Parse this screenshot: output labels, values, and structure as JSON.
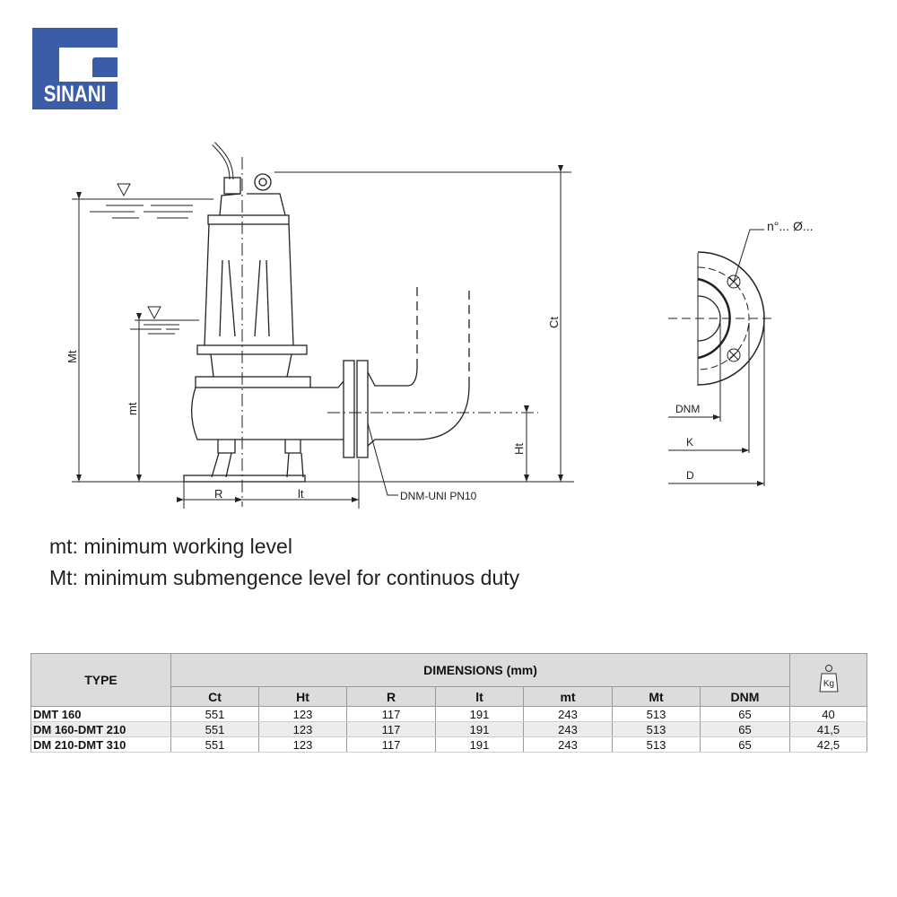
{
  "logo": {
    "text": "SINANI",
    "color": "#3b5da8"
  },
  "diagram": {
    "labels": {
      "Mt": "Mt",
      "mt": "mt",
      "Ct": "Ct",
      "Ht": "Ht",
      "R": "R",
      "lt": "lt",
      "flange_callout": "DNM-UNI PN10"
    },
    "flange": {
      "holes": "n°... Ø...",
      "DNM": "DNM",
      "K": "K",
      "D": "D"
    }
  },
  "notes": [
    "mt: minimum working level",
    "Mt: minimum submengence level for continuos duty"
  ],
  "table": {
    "type_header": "TYPE",
    "group_header": "DIMENSIONS (mm)",
    "weight_icon": "Kg",
    "columns": [
      "Ct",
      "Ht",
      "R",
      "lt",
      "mt",
      "Mt",
      "DNM"
    ],
    "rows": [
      {
        "type": "DMT 160",
        "values": [
          "551",
          "123",
          "117",
          "191",
          "243",
          "513",
          "65"
        ],
        "weight": "40"
      },
      {
        "type": "DM 160-DMT 210",
        "values": [
          "551",
          "123",
          "117",
          "191",
          "243",
          "513",
          "65"
        ],
        "weight": "41,5"
      },
      {
        "type": "DM 210-DMT 310",
        "values": [
          "551",
          "123",
          "117",
          "191",
          "243",
          "513",
          "65"
        ],
        "weight": "42,5"
      }
    ]
  }
}
